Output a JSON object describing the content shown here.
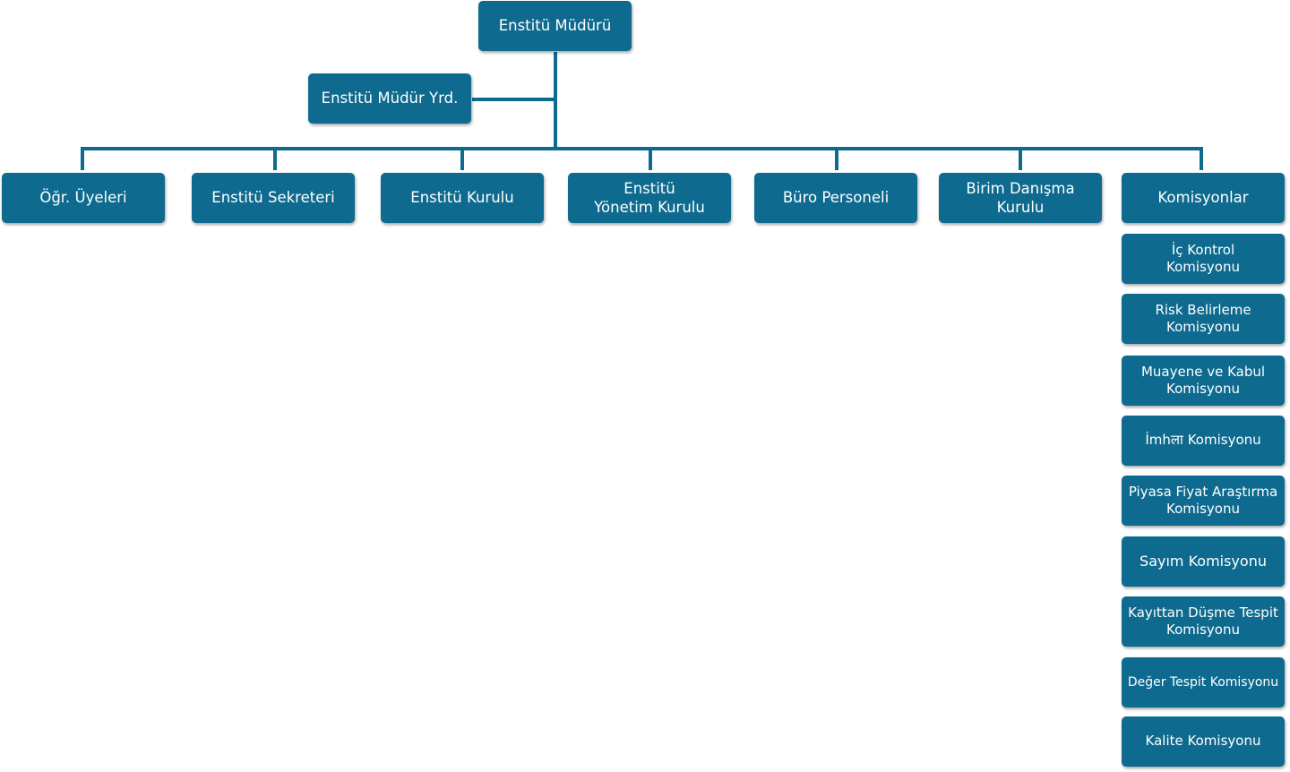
{
  "director": "Enstitü Müdürü",
  "deputy": "Enstitü Müdür Yrd.",
  "units": [
    "Öğr. Üyeleri",
    "Enstitü Sekreteri",
    "Enstitü Kurulu",
    "Enstitü Yönetim Kurulu",
    "Büro Personeli",
    "Birim Danışma Kurulu",
    "Komisyonlar"
  ],
  "commissions": [
    "İç Kontrol Komisyonu",
    "Risk Belirleme Komisyonu",
    "Muayene ve Kabul Komisyonu",
    "İmhला Komisyonu",
    "Piyasa Fiyat Araştırma Komisyonu",
    "Sayım Komisyonu",
    "Kayıttan Düşme Tespit Komisyonu",
    "Değer Tespit Komisyonu",
    "Kalite Komisyonu"
  ],
  "colors": {
    "box": "#0e6a8e",
    "connector": "#0e6a8e",
    "text": "#ffffff"
  }
}
